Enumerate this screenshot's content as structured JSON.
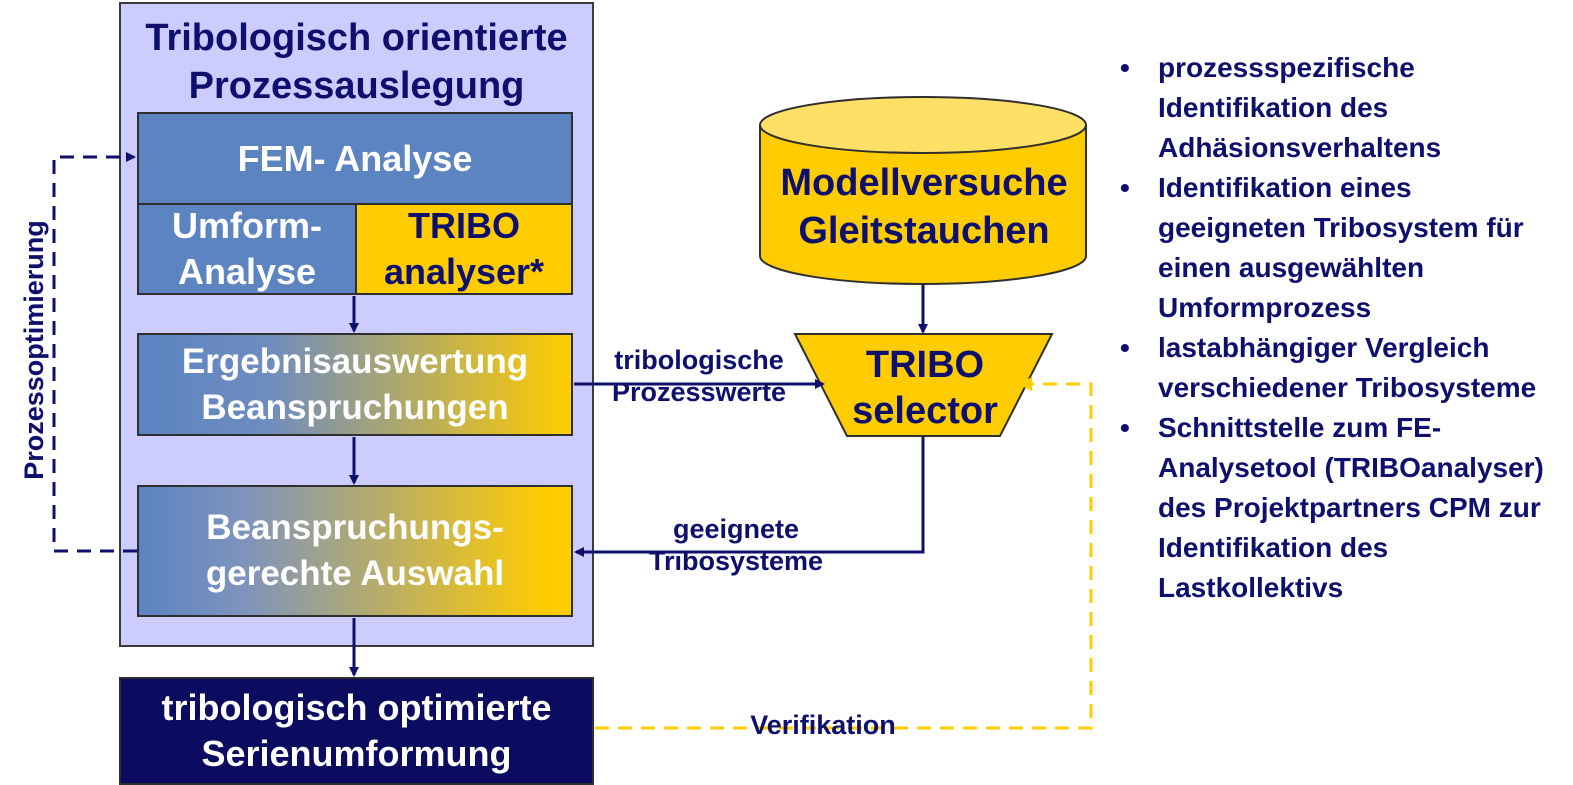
{
  "process_block": {
    "title": "Tribologisch orientierte Prozessauslegung",
    "fem": "FEM- Analyse",
    "umform": "Umform-\nAnalyse",
    "tribo_analyser": "TRIBO\nanalyser*",
    "ergebnis": "Ergebnisauswertung\nBeanspruchungen",
    "auswahl": "Beanspruchungs-\ngerechte Auswahl"
  },
  "result_box": "tribologisch optimierte\nSerienumformung",
  "modellversuche": "Modellversuche\nGleitstauchen",
  "tribo_selector": "TRIBO\nselector",
  "labels": {
    "prozesswerte": "tribologische\nProzesswerte",
    "tribosysteme": "geeignete\nTribosysteme",
    "verifikation": "Verifikation",
    "prozessoptimierung": "Prozessoptimierung"
  },
  "bullets": [
    "prozessspezifische Identifikation des Adhäsionsverhaltens",
    "Identifikation eines geeigneten Tribosystem für einen ausgewählten Umformprozess",
    "lastabhängiger Vergleich verschiedener Tribosysteme",
    "Schnittstelle zum FE-Analysetool (TRIBOanalyser) des Projektpartners CPM zur Identifikation des Lastkollektivs"
  ],
  "bullet_symbol": "•",
  "colors": {
    "navy": "#0f0f6e",
    "blue": "#5b84c1",
    "yellow": "#ffcc00",
    "lavender": "#ccccff",
    "dark_box": "#0b0b60"
  }
}
